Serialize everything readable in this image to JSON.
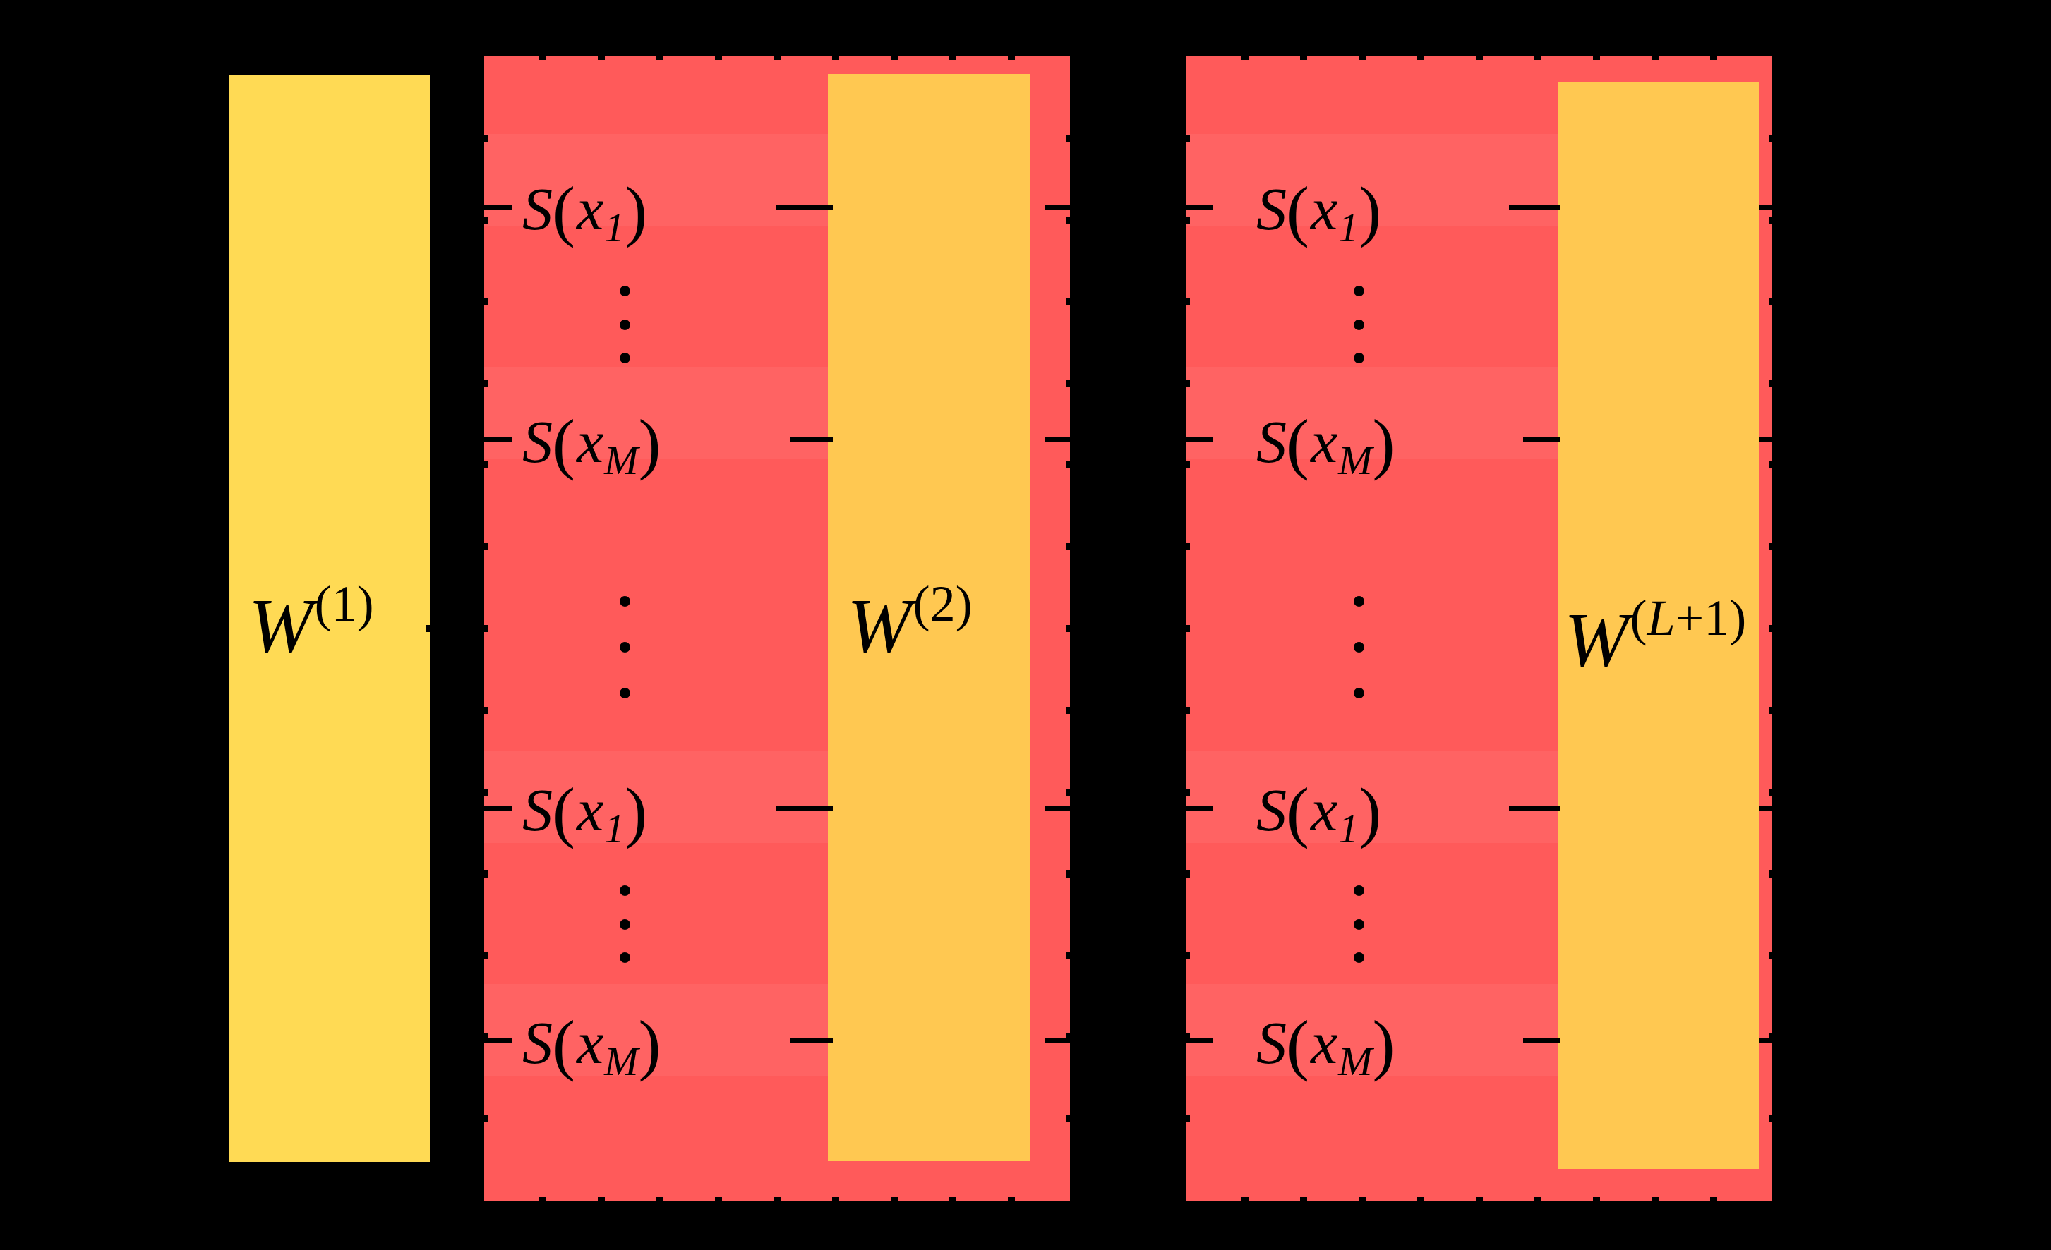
{
  "figure": {
    "type": "diagram",
    "description": "Layered neural-network / quantum re-uploading schematic with weight matrices and encoding blocks",
    "background_color": "#000000",
    "colors": {
      "weight_first": "#FFDA54",
      "weight_mid": "#FFC851",
      "encoding_block": "#FF5A5A",
      "ink": "#000000"
    }
  },
  "weights": [
    {
      "id": "w1",
      "label_base": "W",
      "label_sup": "(1)",
      "sup_italic": "",
      "sup_rest": "(1)"
    },
    {
      "id": "w2",
      "label_base": "W",
      "label_sup": "(2)",
      "sup_italic": "",
      "sup_rest": "(2)"
    },
    {
      "id": "wl1",
      "label_base": "W",
      "label_sup": "(L+1)",
      "sup_italic": "L",
      "sup_rest": "+1)"
    }
  ],
  "encoding_labels": {
    "s_first": {
      "fn": "S",
      "open": "(",
      "var": "x",
      "sub": "1",
      "close": ")",
      "text": "S(x_1)"
    },
    "s_last": {
      "fn": "S",
      "open": "(",
      "var": "x",
      "sub": "M",
      "close": ")",
      "text": "S(x_M)"
    }
  },
  "blocks": [
    {
      "name": "encoding-block-1",
      "rows": [
        {
          "kind": "label",
          "label": "s_first"
        },
        {
          "kind": "dots"
        },
        {
          "kind": "label",
          "label": "s_last"
        },
        {
          "kind": "dots"
        },
        {
          "kind": "label",
          "label": "s_first"
        },
        {
          "kind": "dots"
        },
        {
          "kind": "label",
          "label": "s_last"
        }
      ]
    },
    {
      "name": "encoding-block-2",
      "rows": [
        {
          "kind": "label",
          "label": "s_first"
        },
        {
          "kind": "dots"
        },
        {
          "kind": "label",
          "label": "s_last"
        },
        {
          "kind": "dots"
        },
        {
          "kind": "label",
          "label": "s_first"
        },
        {
          "kind": "dots"
        },
        {
          "kind": "label",
          "label": "s_last"
        }
      ]
    }
  ],
  "text": {
    "S": "S",
    "open_paren": "(",
    "close_paren": ")",
    "x": "x",
    "sub_1": "1",
    "sub_M": "M",
    "W": "W",
    "sup_1": "(1)",
    "sup_2": "(2)",
    "sup_L1_open": "(",
    "sup_L1_L": "L",
    "sup_L1_rest": "+1)"
  }
}
